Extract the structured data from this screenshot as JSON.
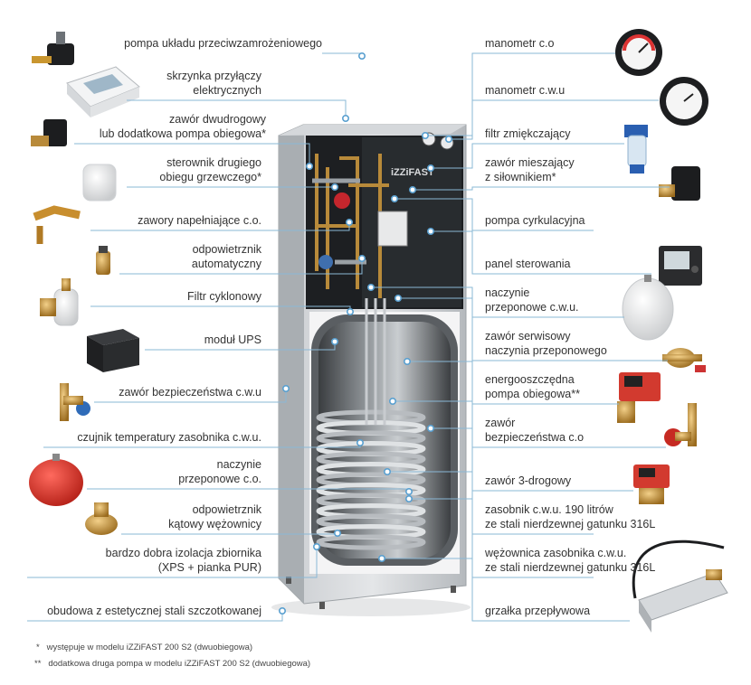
{
  "brand": "iZZiFAST",
  "colors": {
    "leader": "#8ab8d6",
    "dot": "#5aa0d0",
    "text": "#333333"
  },
  "labels_left": [
    {
      "id": "pompa-przeciwzamrozeniowa",
      "lines": [
        "pompa układu przeciwzamrożeniowego"
      ]
    },
    {
      "id": "skrzynka-przylaczy",
      "lines": [
        "skrzynka przyłączy",
        "elektrycznych"
      ]
    },
    {
      "id": "zawor-dwudrogowy",
      "lines": [
        "zawór dwudrogowy",
        "lub dodatkowa pompa obiegowa*"
      ]
    },
    {
      "id": "sterownik-drugiego-obiegu",
      "lines": [
        "sterownik drugiego",
        "obiegu grzewczego*"
      ]
    },
    {
      "id": "zawory-napelniajace",
      "lines": [
        "zawory napełniające c.o."
      ]
    },
    {
      "id": "odpowietrznik-automatyczny",
      "lines": [
        "odpowietrznik",
        "automatyczny"
      ]
    },
    {
      "id": "filtr-cyklonowy",
      "lines": [
        "Filtr cyklonowy"
      ]
    },
    {
      "id": "modul-ups",
      "lines": [
        "moduł UPS"
      ]
    },
    {
      "id": "zawor-bezpieczenstwa-cwu",
      "lines": [
        "zawór bezpieczeństwa c.w.u"
      ]
    },
    {
      "id": "czujnik-temperatury",
      "lines": [
        "czujnik temperatury zasobnika c.w.u."
      ]
    },
    {
      "id": "naczynie-przeponowe-co",
      "lines": [
        "naczynie",
        "przeponowe c.o."
      ]
    },
    {
      "id": "odpowietrznik-katowy",
      "lines": [
        "odpowietrznik",
        "kątowy wężownicy"
      ]
    },
    {
      "id": "izolacja-zbiornika",
      "lines": [
        "bardzo dobra izolacja zbiornika",
        "(XPS + pianka PUR)"
      ]
    },
    {
      "id": "obudowa",
      "lines": [
        "obudowa z estetycznej stali szczotkowanej"
      ]
    }
  ],
  "labels_right": [
    {
      "id": "manometr-co",
      "lines": [
        "manometr c.o"
      ]
    },
    {
      "id": "manometr-cwu",
      "lines": [
        "manometr c.w.u"
      ]
    },
    {
      "id": "filtr-zmiekczajacy",
      "lines": [
        "filtr zmiękczający"
      ]
    },
    {
      "id": "zawor-mieszajacy",
      "lines": [
        "zawór mieszający",
        "z siłownikiem*"
      ]
    },
    {
      "id": "pompa-cyrkulacyjna",
      "lines": [
        "pompa cyrkulacyjna"
      ]
    },
    {
      "id": "panel-sterowania",
      "lines": [
        "panel sterowania"
      ]
    },
    {
      "id": "naczynie-przeponowe-cwu",
      "lines": [
        "naczynie",
        "przeponowe c.w.u."
      ]
    },
    {
      "id": "zawor-serwisowy",
      "lines": [
        "zawór serwisowy",
        "naczynia przeponowego"
      ]
    },
    {
      "id": "pompa-obiegowa",
      "lines": [
        "energooszczędna",
        "pompa obiegowa**"
      ]
    },
    {
      "id": "zawor-bezpieczenstwa-co",
      "lines": [
        "zawór",
        "bezpieczeństwa c.o"
      ]
    },
    {
      "id": "zawor-3-drogowy",
      "lines": [
        "zawór 3-drogowy"
      ]
    },
    {
      "id": "zasobnik",
      "lines": [
        "zasobnik c.w.u. 190 litrów",
        "ze stali nierdzewnej gatunku 316L"
      ]
    },
    {
      "id": "wezownica",
      "lines": [
        "wężownica zasobnika c.w.u.",
        "ze stali nierdzewnej gatunku 316L"
      ]
    },
    {
      "id": "grzalka",
      "lines": [
        "grzałka przepływowa"
      ]
    }
  ],
  "footnotes": [
    {
      "mark": "*",
      "text": "występuje w modelu iZZiFAST 200 S2 (dwuobiegowa)"
    },
    {
      "mark": "**",
      "text": "dodatkowa druga pompa w modelu iZZiFAST 200 S2 (dwuobiegowa)"
    }
  ]
}
